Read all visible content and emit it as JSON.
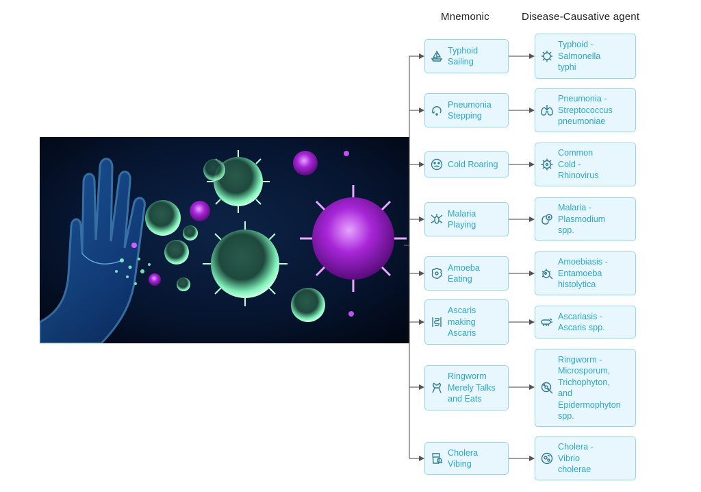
{
  "headers": {
    "mnemonic": "Mnemonic",
    "disease": "Disease-Causative agent"
  },
  "rows": [
    {
      "mnemonic": "Typhoid\nSailing",
      "mnemonic_icon": "sailboat-icon",
      "disease": "Typhoid -\nSalmonella\ntyphi",
      "disease_icon": "bacterium-icon"
    },
    {
      "mnemonic": "Pneumonia\nStepping",
      "mnemonic_icon": "rotate-arrow-icon",
      "disease": "Pneumonia -\nStreptococcus\npneumoniae",
      "disease_icon": "lungs-icon"
    },
    {
      "mnemonic": "Cold Roaring",
      "mnemonic_icon": "sick-face-icon",
      "disease": "Common\nCold -\nRhinovirus",
      "disease_icon": "virus-icon"
    },
    {
      "mnemonic": "Malaria\nPlaying",
      "mnemonic_icon": "mosquito-icon",
      "disease": "Malaria -\nPlasmodium\nspp.",
      "disease_icon": "cell-plus-icon"
    },
    {
      "mnemonic": "Amoeba\nEating",
      "mnemonic_icon": "amoeba-icon",
      "disease": "Amoebiasis -\nEntamoeba\nhistolytica",
      "disease_icon": "microbe-icon"
    },
    {
      "mnemonic": "Ascaris\nmaking\nAscaris",
      "mnemonic_icon": "intestine-icon",
      "disease": "Ascariasis -\nAscaris spp.",
      "disease_icon": "worm-icon"
    },
    {
      "mnemonic": "Ringworm\nMerely Talks\nand Eats",
      "mnemonic_icon": "ribbon-icon",
      "disease": "Ringworm -\nMicrosporum,\nTrichophyton,\nand\nEpidermophyton\nspp.",
      "disease_icon": "fungus-search-icon"
    },
    {
      "mnemonic": "Cholera\nVibing",
      "mnemonic_icon": "water-glass-icon",
      "disease": "Cholera -\nVibrio\ncholerae",
      "disease_icon": "bacteria-circle-icon"
    }
  ]
}
